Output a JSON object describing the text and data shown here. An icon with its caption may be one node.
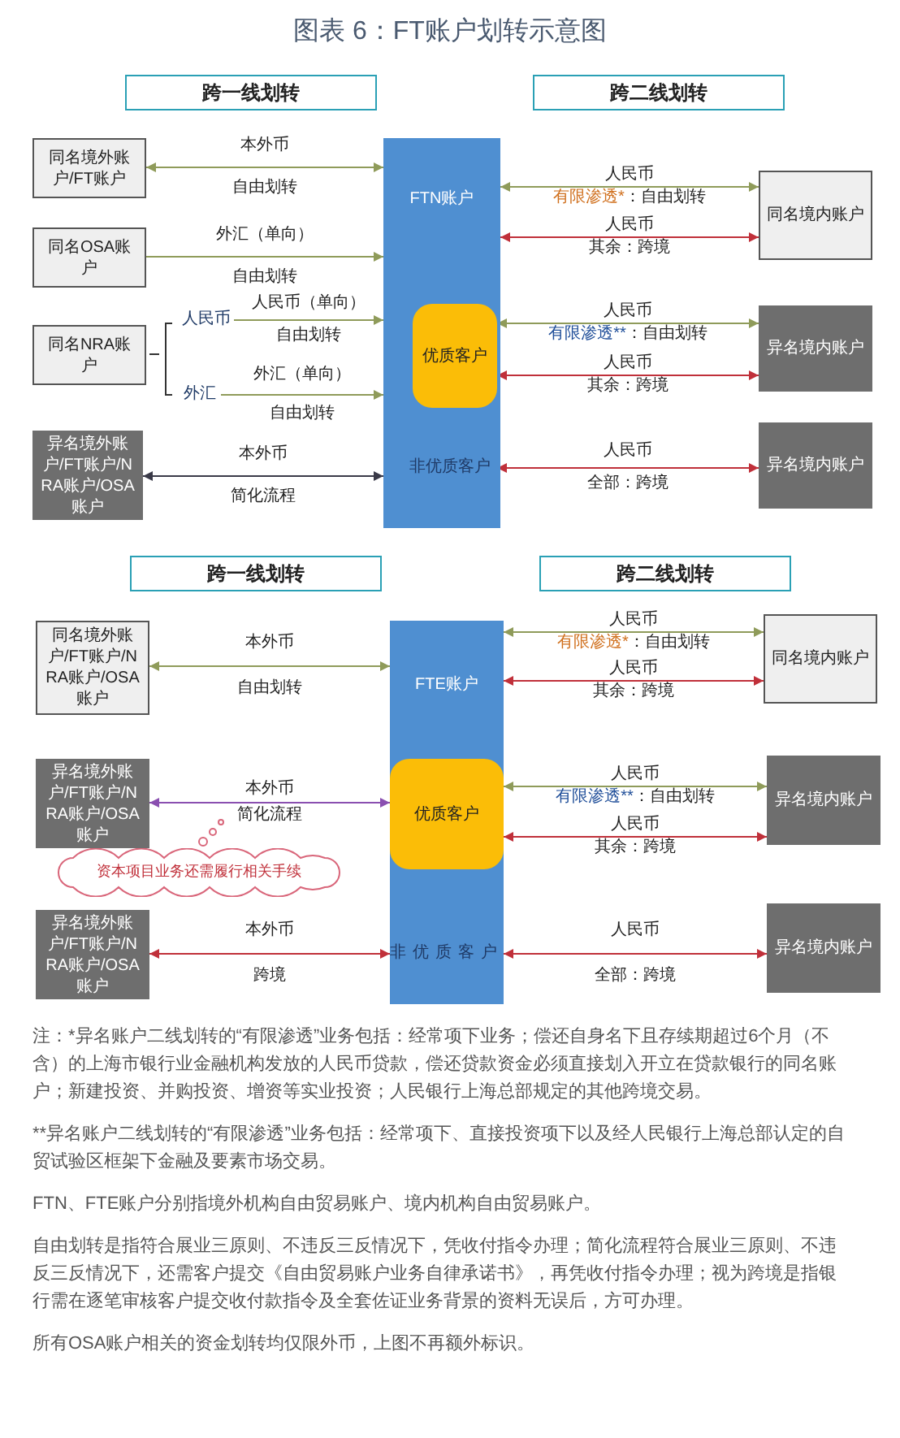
{
  "diagram": {
    "title": "图表 6：FT账户划转示意图",
    "nodes": [
      {
        "text": [
          "跨一线划转"
        ]
      },
      {
        "text": [
          "跨二线划转"
        ]
      },
      {
        "text": [
          "同名境外账户/FT账户"
        ]
      },
      {
        "text": [
          "同名OSA账户"
        ]
      },
      {
        "text": [
          "同名NRA账户"
        ]
      },
      {
        "text": [
          "人民币"
        ]
      },
      {
        "text": [
          "外汇"
        ]
      },
      {
        "text": [
          "异名境外账户/FT账户/NRA账户/OSA账户"
        ]
      },
      {
        "text": [
          "FTN账户"
        ]
      },
      {
        "text": [
          "优质客户"
        ],
        "in": 8
      },
      {
        "text": [
          "非优质客户"
        ],
        "in": 8
      },
      {
        "text": [
          "同名境内账户"
        ]
      },
      {
        "text": [
          "异名境内账户"
        ]
      },
      {
        "text": [
          "异名境内账户"
        ]
      },
      {
        "text": [
          "跨一线划转"
        ]
      },
      {
        "text": [
          "跨二线划转"
        ]
      },
      {
        "text": [
          "同名境外账户/FT账户/NRA账户/OSA账户"
        ]
      },
      {
        "text": [
          "FTE账户"
        ]
      },
      {
        "text": [
          "同名境内账户"
        ]
      },
      {
        "text": [
          "异名境外账户/FT账户/NRA账户/OSA账户"
        ]
      },
      {
        "text": [
          "优质客户"
        ],
        "in": 17
      },
      {
        "text": [
          "异名境内账户"
        ]
      },
      {
        "text": [
          "资本项目业务还需履行相关手续"
        ]
      },
      {
        "text": [
          "异名境外账户/FT账户/NRA账户/OSA账户"
        ]
      },
      {
        "text": [
          "非优质客户"
        ],
        "in": 17
      },
      {
        "text": [
          "异名境内账户"
        ]
      }
    ],
    "edges": [
      {
        "from": 2,
        "to": 8,
        "arrow": "both",
        "label": "本外币"
      },
      {
        "from": 3,
        "to": 8,
        "arrow": "to",
        "label": "外汇（单向）"
      },
      {
        "from": 5,
        "to": 8,
        "arrow": "to",
        "label": "人民币（单向）"
      },
      {
        "from": 6,
        "to": 8,
        "arrow": "to",
        "label": "外汇（单向）"
      },
      {
        "from": 7,
        "to": 8,
        "arrow": "both",
        "label": "本外币",
        "color": "#3a3a48"
      },
      {
        "from": 8,
        "to": 11,
        "arrow": "both",
        "label": "人民币"
      },
      {
        "from": 8,
        "to": 11,
        "arrow": "both",
        "label": "人民币",
        "color": "#c0303a"
      },
      {
        "from": 9,
        "to": 12,
        "arrow": "both",
        "label": "人民币"
      },
      {
        "from": 9,
        "to": 12,
        "arrow": "both",
        "label": "人民币",
        "color": "#c0303a"
      },
      {
        "from": 10,
        "to": 13,
        "arrow": "both",
        "label": "人民币",
        "color": "#c0303a"
      },
      {
        "from": 16,
        "to": 17,
        "arrow": "both",
        "label": "本外币"
      },
      {
        "from": 17,
        "to": 18,
        "arrow": "both",
        "label": "人民币"
      },
      {
        "from": 17,
        "to": 18,
        "arrow": "both",
        "label": "人民币",
        "color": "#c0303a"
      },
      {
        "from": 19,
        "to": 20,
        "arrow": "both",
        "label": "本外币",
        "color": "#8a4fb0"
      },
      {
        "from": 20,
        "to": 21,
        "arrow": "both",
        "label": "人民币"
      },
      {
        "from": 20,
        "to": 21,
        "arrow": "both",
        "label": "人民币",
        "color": "#c0303a"
      },
      {
        "from": 23,
        "to": 24,
        "arrow": "both",
        "label": "本外币",
        "color": "#c0303a"
      },
      {
        "from": 24,
        "to": 25,
        "arrow": "both",
        "label": "人民币",
        "color": "#c0303a"
      }
    ],
    "labels": [
      "自由划转",
      "自由划转",
      "自由划转",
      "自由划转",
      "简化流程",
      "有限渗透*",
      "：自由划转",
      "其余：跨境",
      "有限渗透**",
      "：自由划转",
      "其余：跨境",
      "全部：跨境",
      "自由划转",
      "有限渗透*",
      "：自由划转",
      "其余：跨境",
      "简化流程",
      "有限渗透**",
      "：自由划转",
      "其余：跨境",
      "跨境",
      "全部：跨境",
      "注：*异名账户二线划转的“有限渗透”业务包括：经常项下业务；偿还自身名下且存续期超过6个月（不含）的上海市银行业金融机构发放的人民币贷款，偿还贷款资金必须直接划入开立在贷款银行的同名账户；新建投资、并购投资、增资等实业投资；人民银行上海总部规定的其他跨境交易。",
      "**异名账户二线划转的“有限渗透”业务包括：经常项下、直接投资项下以及经人民银行上海总部认定的自贸试验区框架下金融及要素市场交易。",
      "FTN、FTE账户分别指境外机构自由贸易账户、境内机构自由贸易账户。",
      "自由划转是指符合展业三原则、不违反三反情况下，凭收付指令办理；简化流程符合展业三原则、不违反三反情况下，还需客户提交《自由贸易账户业务自律承诺书》，再凭收付指令办理；视为跨境是指银行需在逐笔审核客户提交收付款指令及全套佐证业务背景的资料无误后，方可办理。",
      "所有OSA账户相关的资金划转均仅限外币，上图不再额外标识。"
    ]
  }
}
